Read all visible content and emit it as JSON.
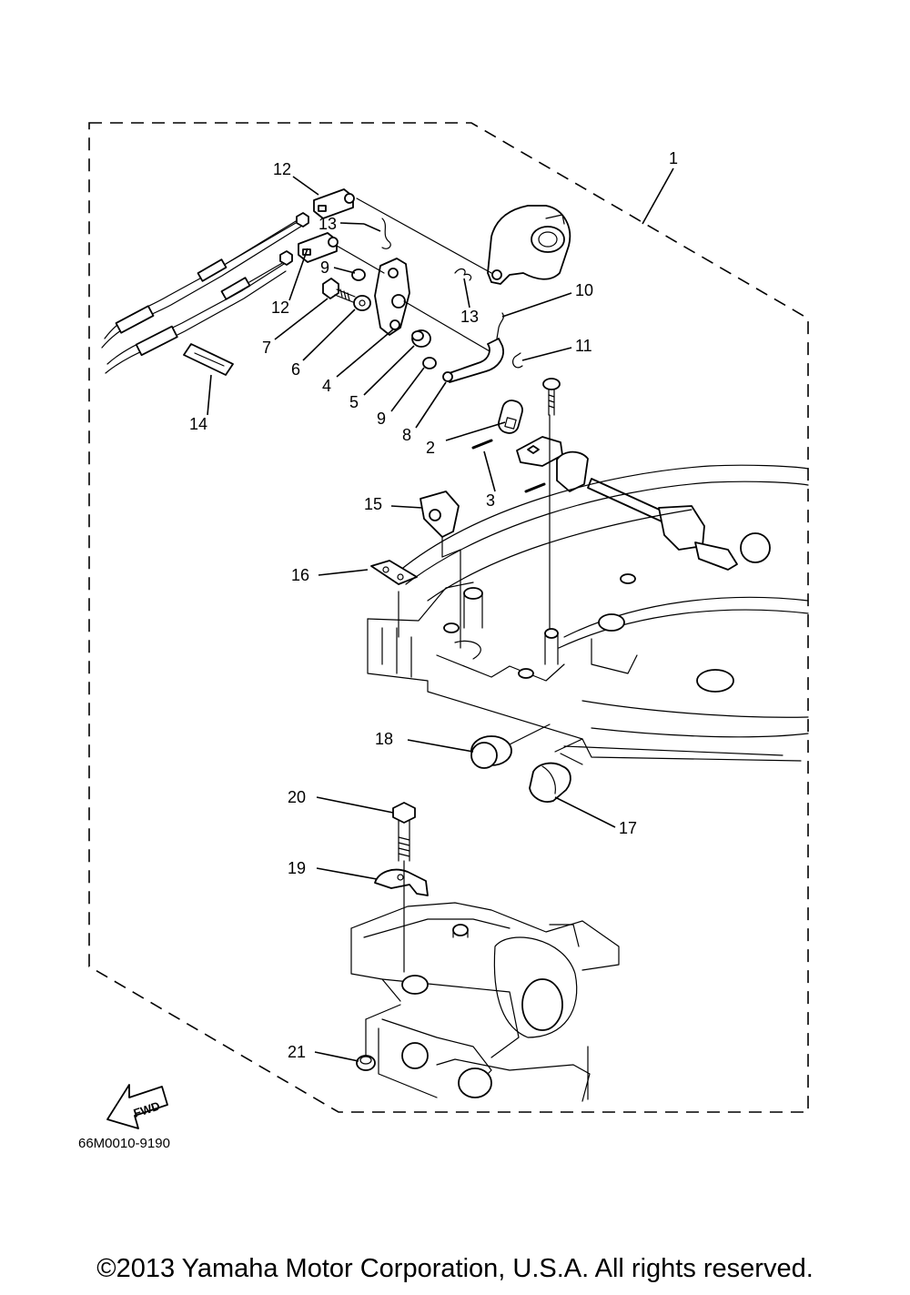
{
  "diagram_code": "66M0010-9190",
  "copyright": "©2013 Yamaha Motor Corporation, U.S.A. All rights reserved.",
  "fwd_label": "FWD",
  "callouts": {
    "c1": "1",
    "c2": "2",
    "c3": "3",
    "c4": "4",
    "c5": "5",
    "c6": "6",
    "c7": "7",
    "c8": "8",
    "c9a": "9",
    "c9b": "9",
    "c10": "10",
    "c11": "11",
    "c12a": "12",
    "c12b": "12",
    "c13a": "13",
    "c13b": "13",
    "c14": "14",
    "c15": "15",
    "c16": "16",
    "c17": "17",
    "c18": "18",
    "c19": "19",
    "c20": "20",
    "c21": "21"
  }
}
